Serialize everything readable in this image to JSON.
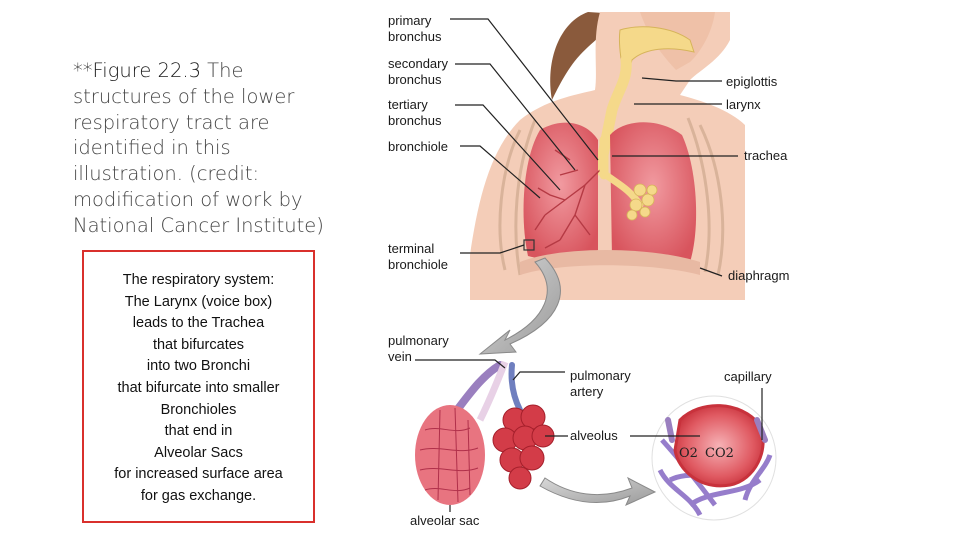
{
  "caption": {
    "figure": "**Figure 22.3",
    "text": " The structures of the lower respiratory tract are identified in this illustration. (credit: modification of work by National Cancer Institute)"
  },
  "note_lines": [
    "The respiratory system:",
    "The Larynx (voice box)",
    "leads to the Trachea",
    "that bifurcates",
    "into two Bronchi",
    "that bifurcate into smaller",
    "Bronchioles",
    "that end in",
    "Alveolar Sacs",
    "for increased surface area",
    "for gas exchange."
  ],
  "labels": {
    "primary_bronchus": [
      "primary",
      "bronchus"
    ],
    "secondary_bronchus": [
      "secondary",
      "bronchus"
    ],
    "tertiary_bronchus": [
      "tertiary",
      "bronchus"
    ],
    "bronchiole": "bronchiole",
    "terminal_bronchiole": [
      "terminal",
      "bronchiole"
    ],
    "epiglottis": "epiglottis",
    "larynx": "larynx",
    "trachea": "trachea",
    "diaphragm": "diaphragm",
    "pulmonary_vein": [
      "pulmonary",
      "vein"
    ],
    "pulmonary_artery": [
      "pulmonary",
      "artery"
    ],
    "capillary": "capillary",
    "alveolus": "alveolus",
    "alveolar_sac": "alveolar sac",
    "o2": "O2",
    "co2": "CO2"
  },
  "colors": {
    "note_border": "#d9302c",
    "skin": "#f4cdb8",
    "lung": "#e36b72",
    "airway": "#f5d98a",
    "vein": "#9a7fbf",
    "artery": "#c9303a"
  }
}
